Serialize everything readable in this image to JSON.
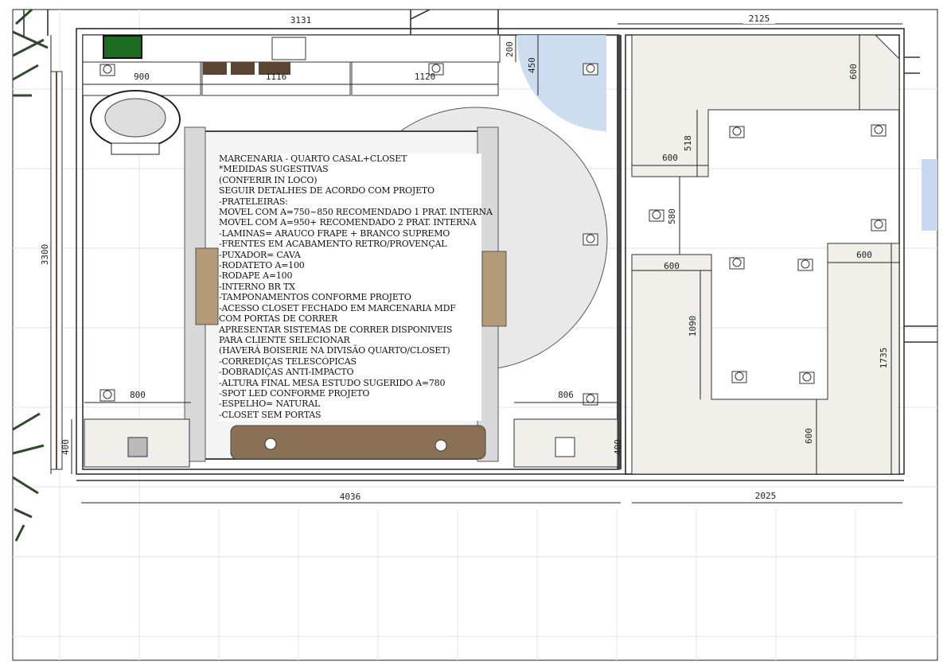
{
  "notes": [
    "MARCENARIA - QUARTO CASAL+CLOSET",
    "*MEDIDAS SUGESTIVAS",
    "(CONFERIR IN LOCO)",
    "SEGUIR DETALHES DE ACORDO COM PROJETO",
    "-PRATELEIRAS:",
    "MOVEL COM A=750~850 RECOMENDADO 1 PRAT. INTERNA",
    "MOVEL COM A=950+ RECOMENDADO 2 PRAT. INTERNA",
    "-LAMINAS= ARAUCO FRAPE + BRANCO SUPREMO",
    "-FRENTES EM ACABAMENTO RETRO/PROVENÇAL",
    "-PUXADOR= CAVA",
    "-RODATETO A=100",
    "-RODAPE A=100",
    "-INTERNO BR TX",
    "-TAMPONAMENTOS CONFORME PROJETO",
    "-ACESSO CLOSET FECHADO EM MARCENARIA MDF",
    " COM PORTAS DE CORRER",
    "APRESENTAR SISTEMAS DE CORRER DISPONIVEIS",
    "PARA CLIENTE SELECIONAR",
    "(HAVERÁ BOISERIE NA DIVISÃO QUARTO/CLOSET)",
    "-CORREDIÇAS TELESCÓPICAS",
    "-DOBRADIÇAS ANTI-IMPACTO",
    "-ALTURA FINAL MESA ESTUDO SUGERIDO A=780",
    "-SPOT LED CONFORME PROJETO",
    "-ESPELHO= NATURAL",
    "-CLOSET SEM PORTAS"
  ],
  "dimensions": {
    "top_bedroom": "3131",
    "top_closet": "2125",
    "cabinet_a": "900",
    "cabinet_b": "1116",
    "cabinet_c": "1120",
    "wall_200": "200",
    "wall_450": "450",
    "left_height": "3300",
    "closet_600_top": "600",
    "closet_518": "518",
    "closet_600_a": "600",
    "closet_580": "580",
    "closet_600_b": "600",
    "closet_600_c": "600",
    "closet_1090": "1090",
    "closet_1735": "1735",
    "closet_600_bottom": "600",
    "nightstand_left": "800",
    "nightstand_right": "806",
    "nightstand_left_depth": "400",
    "nightstand_right_depth": "400",
    "bottom_bedroom": "4036",
    "bottom_closet": "2025"
  },
  "colors": {
    "wall": "#333333",
    "counter": "#f1efe9",
    "wood": "#b59a78",
    "rug": "#e9e9e9",
    "door_swing": "#c9d8ee",
    "plant": "#2f4a2a",
    "grid": "#e6e8eb"
  }
}
